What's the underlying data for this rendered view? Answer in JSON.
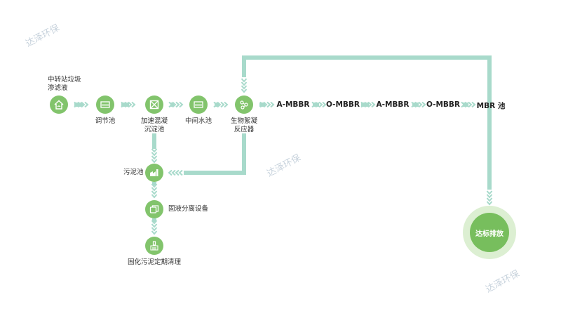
{
  "colors": {
    "node_green": "#82c46c",
    "pipe": "#a8dacb",
    "chevron": "#a8dacb",
    "final_outer": "#dcefd2",
    "final_inner": "#77be5d"
  },
  "nodes": {
    "transfer_station": {
      "label_line1": "中转站垃圾",
      "label_line2": "渗滤液",
      "icon": "house-icon"
    },
    "regulating_tank": {
      "label": "调节池",
      "icon": "tank-icon"
    },
    "coagulation": {
      "label_line1": "加速混凝",
      "label_line2": "沉淀池",
      "icon": "mixer-icon"
    },
    "intermediate_tank": {
      "label": "中间水池",
      "icon": "tank-icon"
    },
    "bio_flocculation": {
      "label_line1": "生物絮凝",
      "label_line2": "反应器",
      "icon": "network-icon"
    },
    "sludge_tank": {
      "label": "污泥池",
      "icon": "sludge-icon"
    },
    "separation": {
      "label": "固液分离设备",
      "icon": "copy-icon"
    },
    "solid_cleanup": {
      "label": "固化污泥定期清理",
      "icon": "brush-icon"
    }
  },
  "stages": [
    "A-MBBR",
    "O-MBBR",
    "A-MBBR",
    "O-MBBR",
    "MBR 池"
  ],
  "final": {
    "label": "达标排放"
  },
  "watermarks": [
    "达泽环保",
    "达泽环保",
    "达泽环保"
  ]
}
